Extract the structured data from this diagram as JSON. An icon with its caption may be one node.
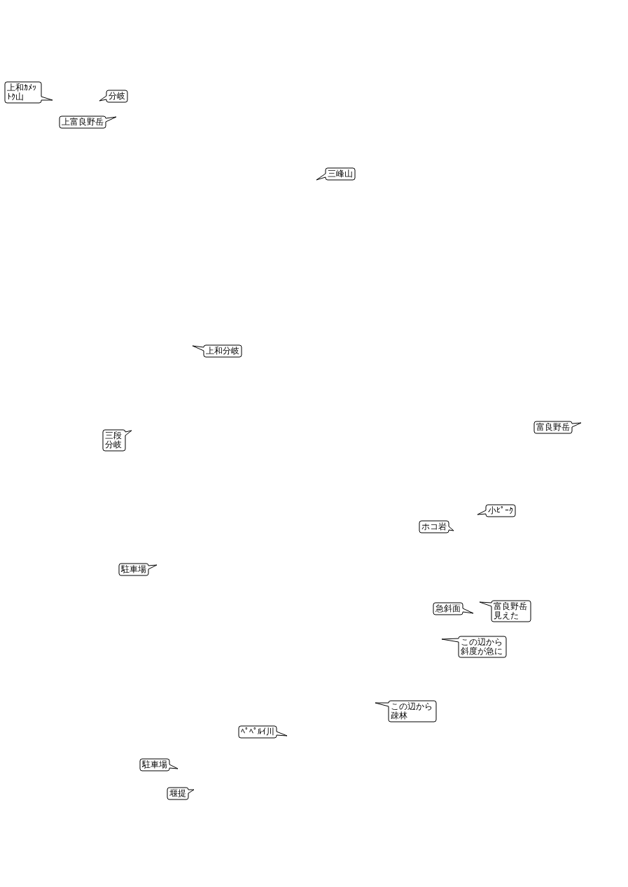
{
  "diagram": {
    "nodes": [
      {
        "text": [
          "上和ｶﾒｯﾄｸ山"
        ]
      },
      {
        "text": [
          "分岐"
        ]
      },
      {
        "text": [
          "上富良野岳"
        ]
      },
      {
        "text": [
          "三峰山"
        ]
      },
      {
        "text": [
          "上和分岐"
        ]
      },
      {
        "text": [
          "三段分岐"
        ]
      },
      {
        "text": [
          "富良野岳"
        ]
      },
      {
        "text": [
          "小ﾋﾟｰｸ"
        ]
      },
      {
        "text": [
          "ホコ岩"
        ]
      },
      {
        "text": [
          "駐車場"
        ]
      },
      {
        "text": [
          "急斜面"
        ]
      },
      {
        "text": [
          "富良野岳見えた"
        ]
      },
      {
        "text": [
          "この辺から斜度が急に"
        ]
      },
      {
        "text": [
          "この辺から疎林"
        ]
      },
      {
        "text": [
          "ﾍﾟﾍﾟﾙｲ川"
        ]
      },
      {
        "text": [
          "駐車場"
        ]
      },
      {
        "text": [
          "堰提"
        ]
      }
    ]
  }
}
